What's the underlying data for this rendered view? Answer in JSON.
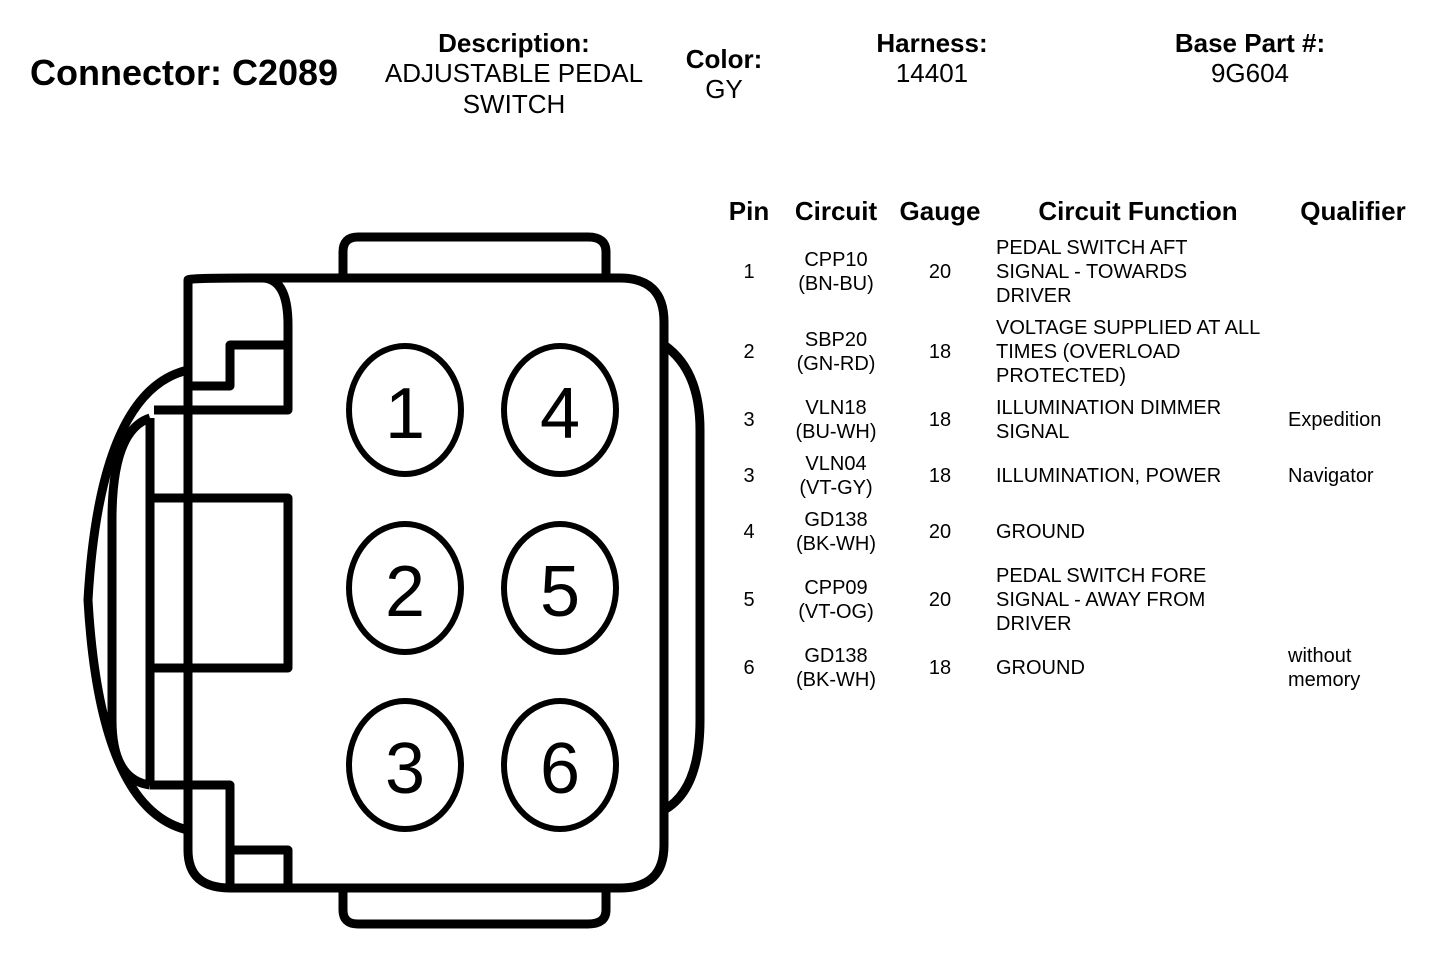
{
  "connector": {
    "label": "Connector: C2089"
  },
  "description": {
    "label": "Description:",
    "value_line1": "ADJUSTABLE PEDAL",
    "value_line2": "SWITCH"
  },
  "color": {
    "label": "Color:",
    "value": "GY"
  },
  "harness": {
    "label": "Harness:",
    "value": "14401"
  },
  "base_part": {
    "label": "Base Part #:",
    "value": "9G604"
  },
  "diagram": {
    "pins": [
      "1",
      "4",
      "2",
      "5",
      "3",
      "6"
    ]
  },
  "table": {
    "headers": {
      "pin": "Pin",
      "circuit": "Circuit",
      "gauge": "Gauge",
      "function": "Circuit Function",
      "qualifier": "Qualifier"
    },
    "rows": [
      {
        "pin": "1",
        "circuit": "CPP10",
        "color": "(BN-BU)",
        "gauge": "20",
        "function": [
          "PEDAL SWITCH AFT",
          "SIGNAL - TOWARDS",
          "DRIVER"
        ],
        "qualifier": [
          "",
          ""
        ]
      },
      {
        "pin": "2",
        "circuit": "SBP20",
        "color": "(GN-RD)",
        "gauge": "18",
        "function": [
          "VOLTAGE SUPPLIED AT ALL",
          "TIMES (OVERLOAD",
          "PROTECTED)"
        ],
        "qualifier": [
          "",
          ""
        ]
      },
      {
        "pin": "3",
        "circuit": "VLN18",
        "color": "(BU-WH)",
        "gauge": "18",
        "function": [
          "ILLUMINATION DIMMER",
          "SIGNAL",
          ""
        ],
        "qualifier": [
          "Expedition",
          ""
        ]
      },
      {
        "pin": "3",
        "circuit": "VLN04",
        "color": "(VT-GY)",
        "gauge": "18",
        "function": [
          "ILLUMINATION, POWER",
          "",
          ""
        ],
        "qualifier": [
          "Navigator",
          ""
        ]
      },
      {
        "pin": "4",
        "circuit": "GD138",
        "color": "(BK-WH)",
        "gauge": "20",
        "function": [
          "GROUND",
          "",
          ""
        ],
        "qualifier": [
          "",
          ""
        ]
      },
      {
        "pin": "5",
        "circuit": "CPP09",
        "color": "(VT-OG)",
        "gauge": "20",
        "function": [
          "PEDAL SWITCH FORE",
          "SIGNAL - AWAY FROM",
          "DRIVER"
        ],
        "qualifier": [
          "",
          ""
        ]
      },
      {
        "pin": "6",
        "circuit": "GD138",
        "color": "(BK-WH)",
        "gauge": "18",
        "function": [
          "GROUND",
          "",
          ""
        ],
        "qualifier": [
          "without",
          "memory"
        ]
      }
    ]
  }
}
